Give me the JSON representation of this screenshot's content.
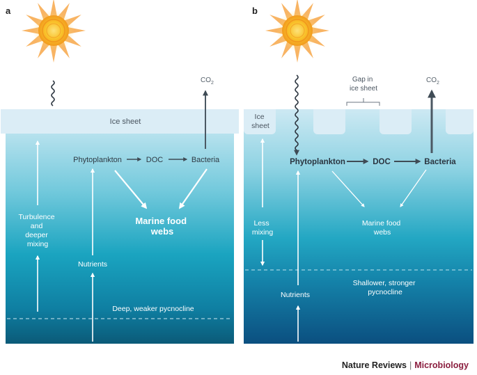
{
  "panel_a": {
    "letter": "a",
    "ice_sheet": "Ice sheet",
    "co2_base": "CO",
    "co2_sub": "2",
    "phytoplankton": "Phytoplankton",
    "doc": "DOC",
    "bacteria": "Bacteria",
    "marine_food_webs": [
      "Marine food",
      "webs"
    ],
    "turbulence": [
      "Turbulence",
      "and",
      "deeper",
      "mixing"
    ],
    "nutrients": "Nutrients",
    "pycnocline": "Deep, weaker pycnocline"
  },
  "panel_b": {
    "letter": "b",
    "ice_sheet": [
      "Ice",
      "sheet"
    ],
    "gap_label": [
      "Gap in",
      "ice sheet"
    ],
    "co2_base": "CO",
    "co2_sub": "2",
    "phytoplankton": "Phytoplankton",
    "doc": "DOC",
    "bacteria": "Bacteria",
    "marine_food_webs": [
      "Marine food",
      "webs"
    ],
    "less_mixing": [
      "Less",
      "mixing"
    ],
    "nutrients": "Nutrients",
    "pycnocline": [
      "Shallower, stronger",
      "pycnocline"
    ]
  },
  "footer": {
    "journal": "Nature Reviews",
    "separator": "|",
    "section": "Microbiology"
  },
  "colors": {
    "sun_outer": "#f6a531",
    "sun_core": "#fbd02a",
    "ice": "#dcedf6",
    "water_top": "#cfe8f2",
    "water_mid": "#1ea7c2",
    "water_deep": "#0e5f80",
    "arrow_white": "#ffffff",
    "arrow_dark": "#3f4b55",
    "footer_accent": "#8b1e3f"
  }
}
